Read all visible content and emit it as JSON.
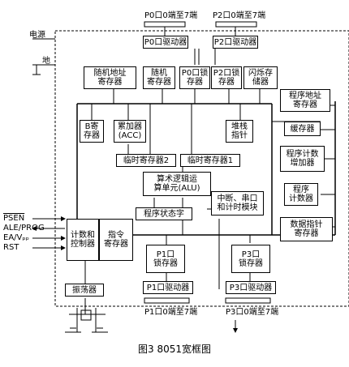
{
  "top": {
    "p0_pins": "P0口0端至7端",
    "p2_pins": "P2口0端至7端"
  },
  "side": {
    "power": "电源",
    "ground": "地"
  },
  "blocks": {
    "p0_driver": "P0口驱动器",
    "p2_driver": "P2口驱动器",
    "random_addr_reg": "随机地址\n寄存器",
    "random_reg": "随机\n寄存器",
    "p0_latch": "P0口锁\n存器",
    "p2_latch": "P2口锁\n存器",
    "flash": "闪烁存\n储器",
    "prog_addr_reg": "程序地址\n寄存器",
    "b_reg": "B寄\n存器",
    "acc": "累加器\n(ACC)",
    "stack_ptr": "堆栈\n指针",
    "buffer": "缓存器",
    "pc_incr": "程序计数\n增加器",
    "temp2": "临时寄存器2",
    "temp1": "临时寄存器1",
    "alu": "算术逻辑运\n算单元(ALU)",
    "psw": "程序状态字",
    "int_serial_timer": "中断、串口\n和计时模块",
    "pc": "程序\n计数器",
    "dptr": "数据指针\n寄存器",
    "timing_ctrl": "计数和\n控制器",
    "instr_reg": "指令\n寄存器",
    "p1_latch": "P1口\n锁存器",
    "p3_latch": "P3口\n锁存器",
    "oscillator": "振荡器",
    "p1_driver": "P1口驱动器",
    "p3_driver": "P3口驱动器"
  },
  "signals": {
    "psen": "PSEN",
    "ale": "ALE/PROG",
    "ea": "EA/Vₚₚ",
    "rst": "RST"
  },
  "bottom": {
    "p1_pins": "P1口0端至7端",
    "p3_pins": "P3口0端至7端"
  },
  "caption": "图3  8051宽框图"
}
